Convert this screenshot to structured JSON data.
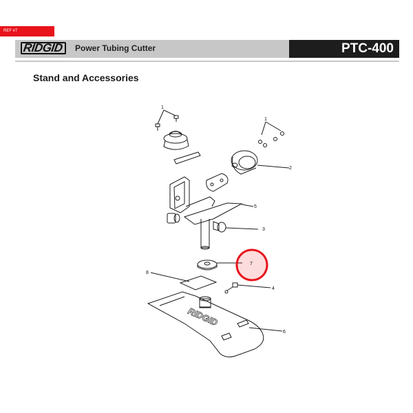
{
  "ref_tag": "REF #7",
  "header": {
    "brand": "RIDGID",
    "product_name": "Power Tubing Cutter",
    "model": "PTC-400"
  },
  "section_title": "Stand and Accessories",
  "diagram": {
    "stand_logo": "RIDGID",
    "callouts": [
      "1",
      "1",
      "2",
      "3",
      "4",
      "5",
      "6",
      "7",
      "8"
    ],
    "highlighted_callout": "7",
    "highlight_color": "#e8131b"
  }
}
